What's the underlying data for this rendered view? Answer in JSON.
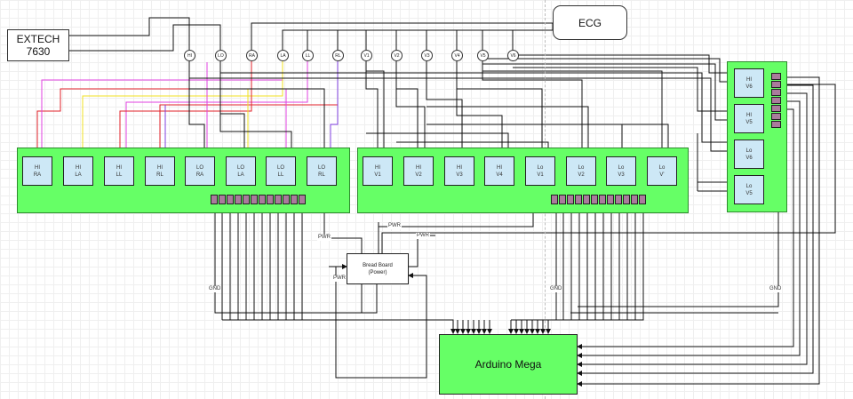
{
  "devices": {
    "extech": "EXTECH\n7630",
    "ecg": "ECG"
  },
  "leads": {
    "hi": "HI",
    "lo": "LO",
    "ra": "RA",
    "la": "LA",
    "ll": "LL",
    "rl": "RL",
    "v1": "V1",
    "v2": "V2",
    "v3": "V3",
    "v4": "V4",
    "v5": "V5",
    "v6": "V6"
  },
  "limb_panel": [
    "HI\nRA",
    "HI\nLA",
    "HI\nLL",
    "HI\nRL",
    "LO\nRA",
    "LO\nLA",
    "LO\nLL",
    "LO\nRL"
  ],
  "chest_panel": [
    "HI\nV1",
    "HI\nV2",
    "HI\nV3",
    "HI\nV4",
    "Lo\nV1",
    "Lo\nV2",
    "Lo\nV3",
    "Lo\nV'"
  ],
  "v56_panel": [
    "HI\nV6",
    "HI\nV5",
    "Lo\nV6",
    "Lo\nV5"
  ],
  "breadboard": "Bread Board\n(Power)",
  "arduino": "Arduino Mega",
  "wire_labels": {
    "pwr": "PWR",
    "gnd": "GND"
  },
  "colors": {
    "panel_green": "#66ff66",
    "chip_blue": "#cde8f6",
    "connector_pin": "#aa7b9c",
    "wire_red": "#e0202a",
    "wire_magenta": "#e040e0",
    "wire_yellow": "#f0e020",
    "wire_purple": "#8040e0"
  }
}
